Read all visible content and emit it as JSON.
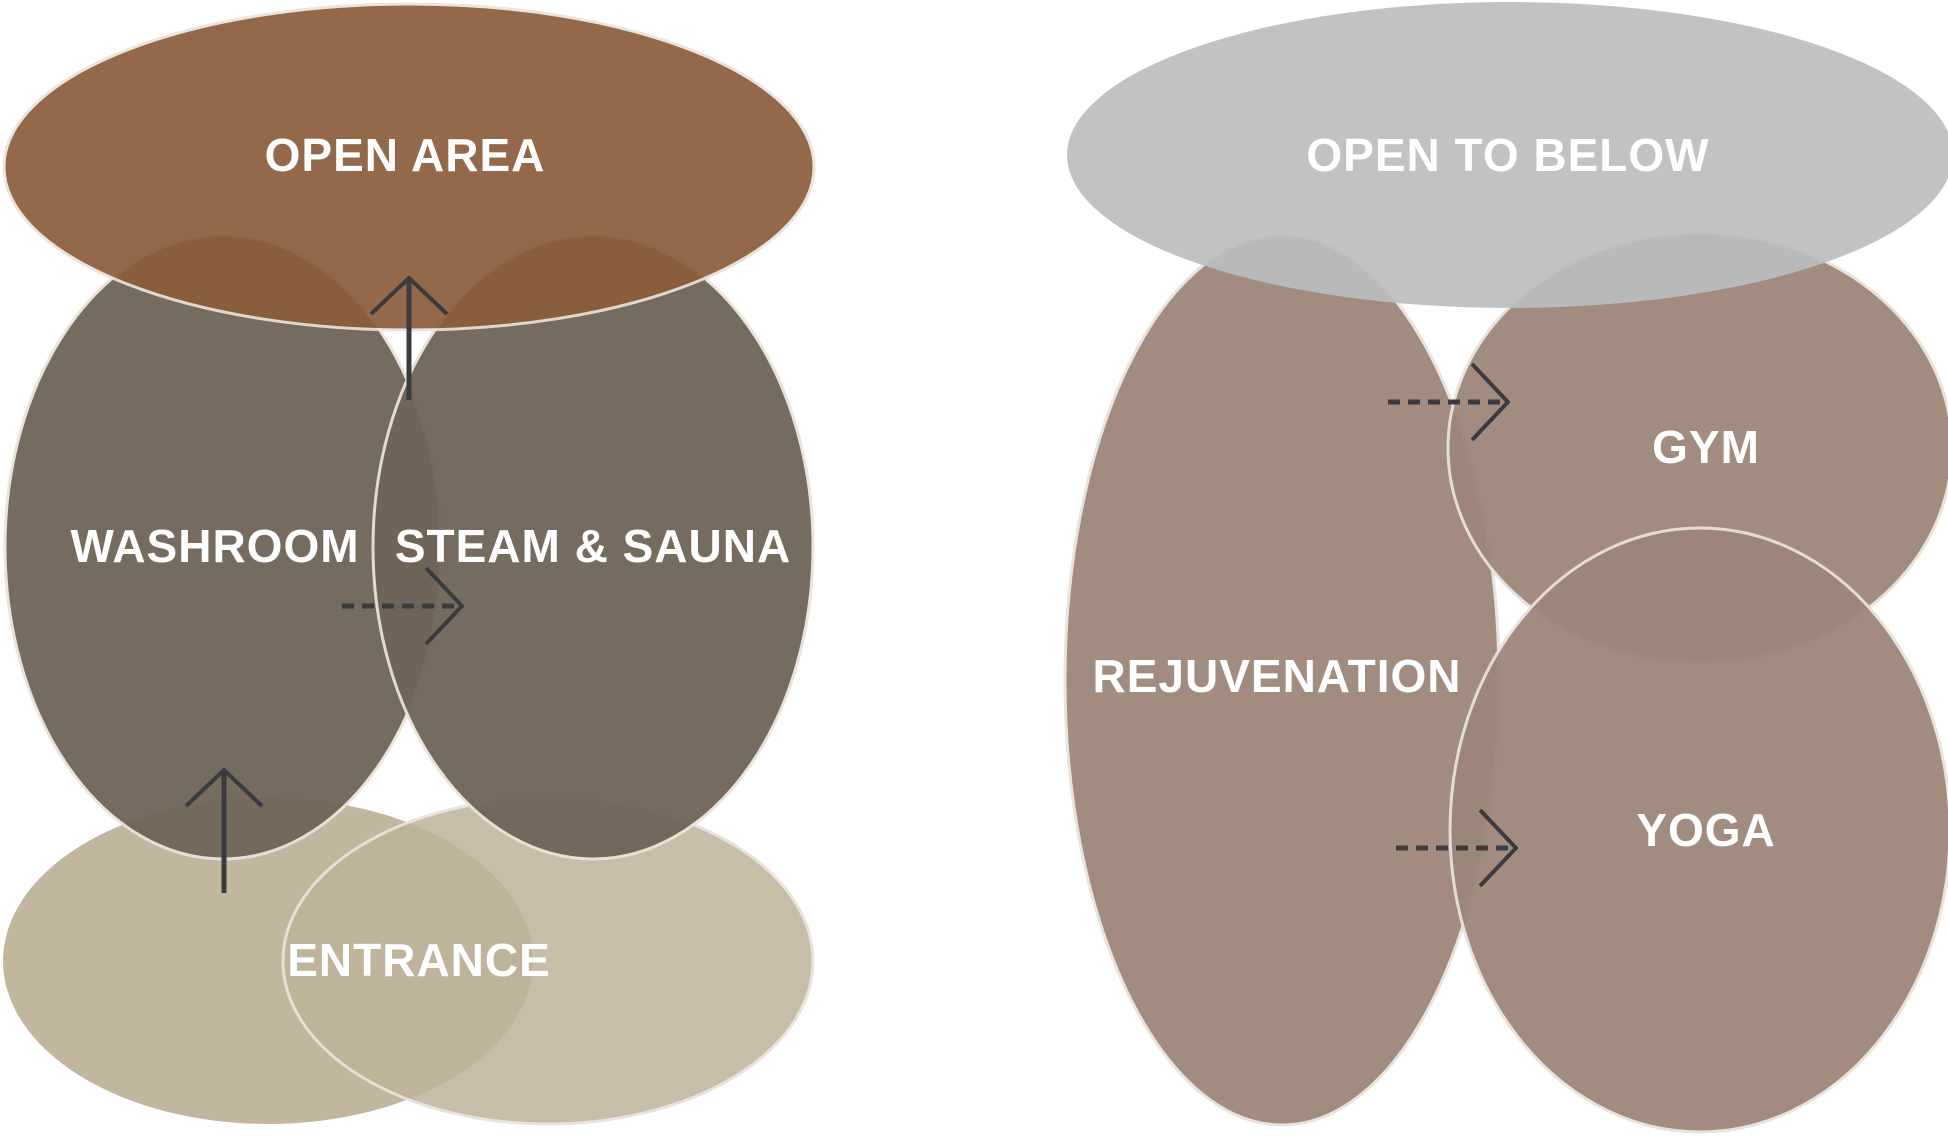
{
  "colors": {
    "open_area": "#8c5c3b",
    "washroom": "#6f6457",
    "steam_sauna": "#6f6457",
    "entrance": "#bfb29a",
    "open_to_below": "#bcbdbf",
    "rejuvenation": "#9c8679",
    "gym": "#9c8679",
    "yoga": "#9c8679",
    "outline": "#e8e2da",
    "arrow": "#3a3a3f",
    "label": "#ffffff"
  },
  "left_diagram": {
    "open_area_label": "OPEN AREA",
    "washroom_label": "WASHROOM",
    "steam_sauna_label": "STEAM & SAUNA",
    "entrance_label": "ENTRANCE"
  },
  "right_diagram": {
    "open_to_below_label": "OPEN TO BELOW",
    "rejuvenation_label": "REJUVENATION",
    "gym_label": "GYM",
    "yoga_label": "YOGA"
  }
}
